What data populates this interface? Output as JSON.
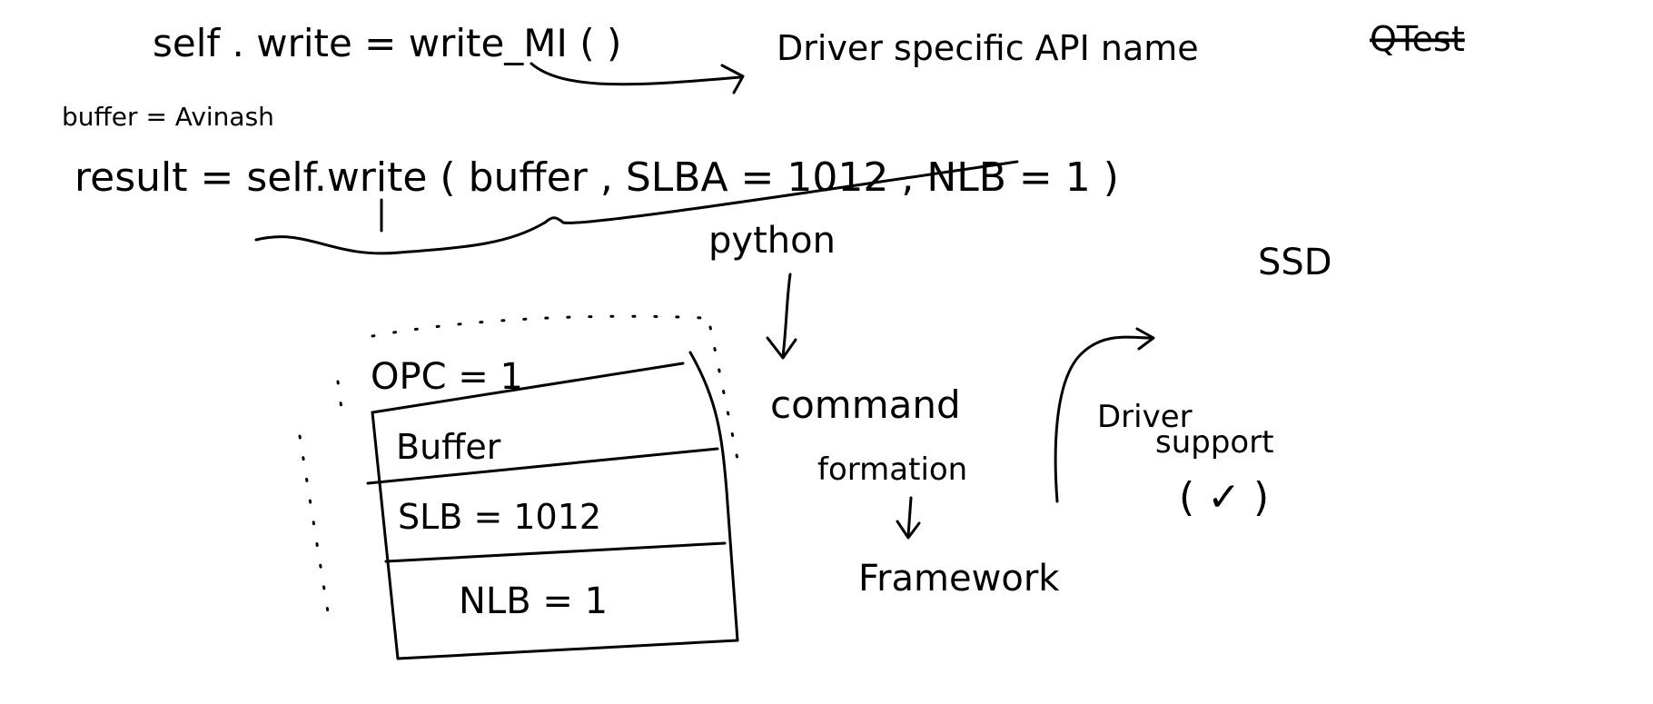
{
  "diagram": {
    "code_line_1": "self . write =  write_MI (    )",
    "driver_api": "Driver specific API name",
    "qtest": "QTest",
    "buffer_note": "buffer = Avinash",
    "code_line_2": "result =  self.write (  buffer , SLBA = 1012 ,  NLB = 1 )",
    "python": "python",
    "ssd": "SSD",
    "command": "command",
    "formation": "formation",
    "framework": "Framework",
    "driver": "Driver",
    "support": "support",
    "support_mark": "( ✓ )",
    "command_box": {
      "opc": "OPC = 1",
      "buffer": "Buffer",
      "slb": "SLB  = 1012",
      "nlb": "NLB = 1"
    }
  }
}
